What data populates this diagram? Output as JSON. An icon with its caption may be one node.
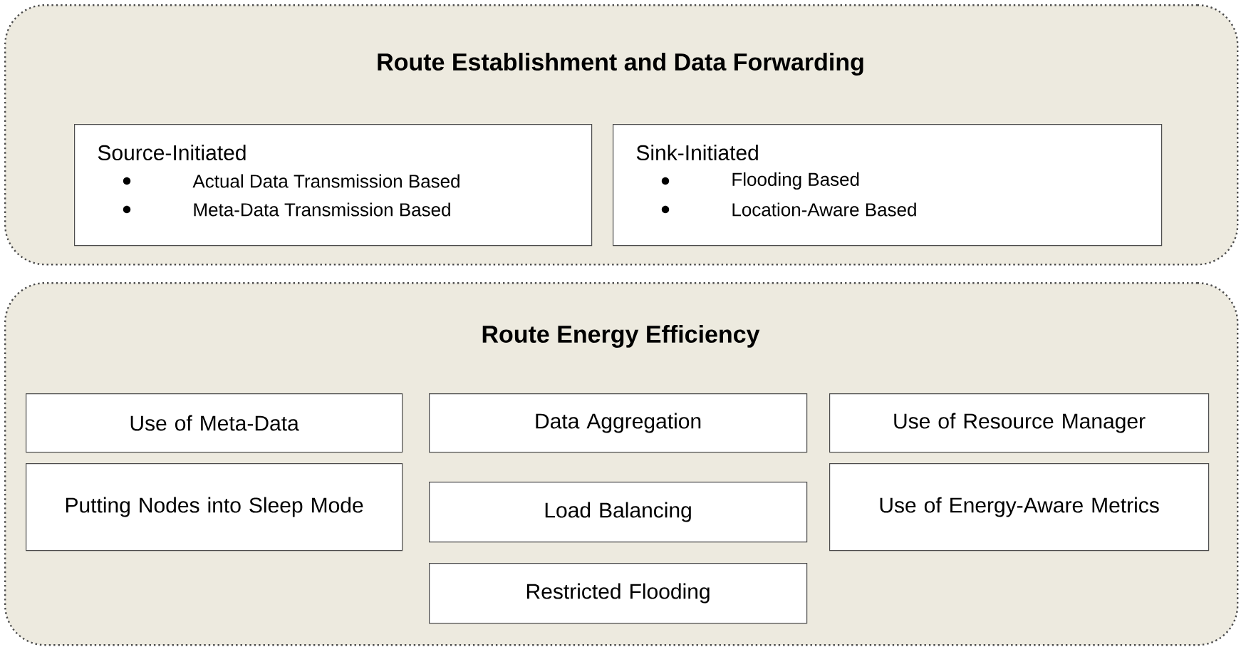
{
  "diagram": {
    "nodes": [
      {
        "text": [
          "Route Establishment and Data Forwarding"
        ]
      },
      {
        "text": [
          "Source-Initiated",
          "Actual Data Transmission Based",
          "Meta-Data Transmission Based"
        ],
        "in": 0
      },
      {
        "text": [
          "Sink-Initiated",
          "Flooding Based",
          "Location-Aware Based"
        ],
        "in": 0
      },
      {
        "text": [
          "Route Energy Efficiency"
        ]
      },
      {
        "text": [
          "Use of Meta-Data"
        ],
        "in": 3
      },
      {
        "text": [
          "Data Aggregation"
        ],
        "in": 3
      },
      {
        "text": [
          "Use of Resource Manager"
        ],
        "in": 3
      },
      {
        "text": [
          "Putting Nodes into Sleep Mode"
        ],
        "in": 3
      },
      {
        "text": [
          "Load Balancing"
        ],
        "in": 3
      },
      {
        "text": [
          "Use of Energy-Aware Metrics"
        ],
        "in": 3
      },
      {
        "text": [
          "Restricted Flooding"
        ],
        "in": 3
      }
    ]
  }
}
